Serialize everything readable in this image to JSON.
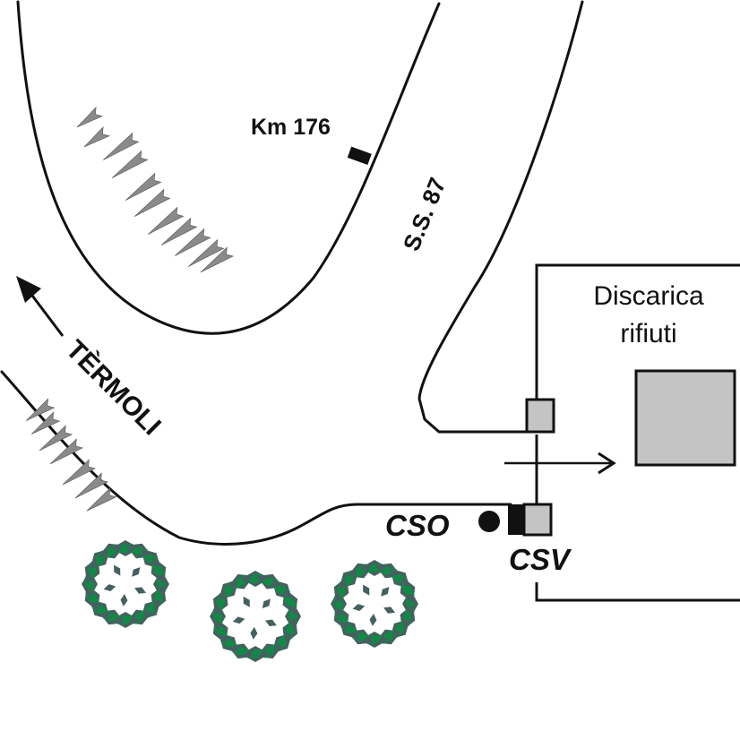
{
  "labels": {
    "km_marker": "Km 176",
    "road_name": "S.S. 87",
    "direction": "TÈRMOLI",
    "landfill_line1": "Discarica",
    "landfill_line2": "rifiuti",
    "station_cso": "CSO",
    "station_csv": "CSV"
  },
  "colors": {
    "line": "#111111",
    "station_fill": "#c4c4c4",
    "landfill_fill": "#c4c4c4",
    "slope_marks": "#8a8a8a",
    "tree_dark": "#466060",
    "tree_green": "#0f8a45"
  },
  "icons": {
    "direction_arrow": "arrow-up-left-icon",
    "flow_arrow": "arrow-right-icon",
    "tree": "tree-canopy-icon",
    "slope": "embankment-hachure-icon",
    "cso_point": "filled-circle-icon",
    "km_marker": "kilometre-post-icon"
  }
}
